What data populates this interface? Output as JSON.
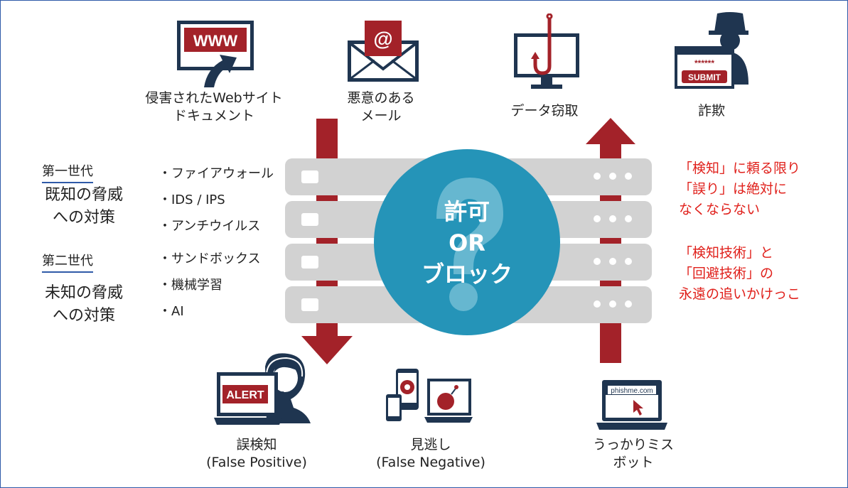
{
  "threats": {
    "web": {
      "icon_text": "WWW",
      "caption_line1": "侵害されたWebサイト",
      "caption_line2": "ドキュメント"
    },
    "mail": {
      "icon_text": "@",
      "caption_line1": "悪意のある",
      "caption_line2": "メール"
    },
    "data_theft": {
      "caption": "データ窃取"
    },
    "fraud": {
      "password_text": "******",
      "submit_text": "SUBMIT",
      "caption": "詐欺"
    }
  },
  "generations": {
    "first": {
      "title": "第一世代",
      "desc_line1": "既知の脅威",
      "desc_line2": "への対策",
      "items": [
        "ファイアウォール",
        "IDS / IPS",
        "アンチウイルス"
      ]
    },
    "second": {
      "title": "第二世代",
      "desc_line1": "未知の脅威",
      "desc_line2": "への対策",
      "items": [
        "サンドボックス",
        "機械学習",
        "AI"
      ]
    }
  },
  "center": {
    "line1": "許可",
    "line2": "OR",
    "line3": "ブロック"
  },
  "notes": {
    "block1": [
      "「検知」に頼る限り",
      "「誤り」は絶対に",
      "なくならない"
    ],
    "block2": [
      "「検知技術」と",
      "「回避技術」の",
      "永遠の追いかけっこ"
    ]
  },
  "outcomes": {
    "false_positive": {
      "icon_text": "ALERT",
      "caption_line1": "誤検知",
      "caption_line2": "(False Positive)"
    },
    "false_negative": {
      "caption_line1": "見逃し",
      "caption_line2": "(False Negative)"
    },
    "human_error": {
      "icon_text": "phishme.com",
      "caption_line1": "うっかりミス",
      "caption_line2": "ボット"
    }
  },
  "colors": {
    "accent_red": "#a32229",
    "server_gray": "#d2d2d2",
    "circle_blue": "#2594b8",
    "icon_navy": "#1f3550",
    "note_red": "#e0201b",
    "underline_blue": "#2f5aa8"
  }
}
